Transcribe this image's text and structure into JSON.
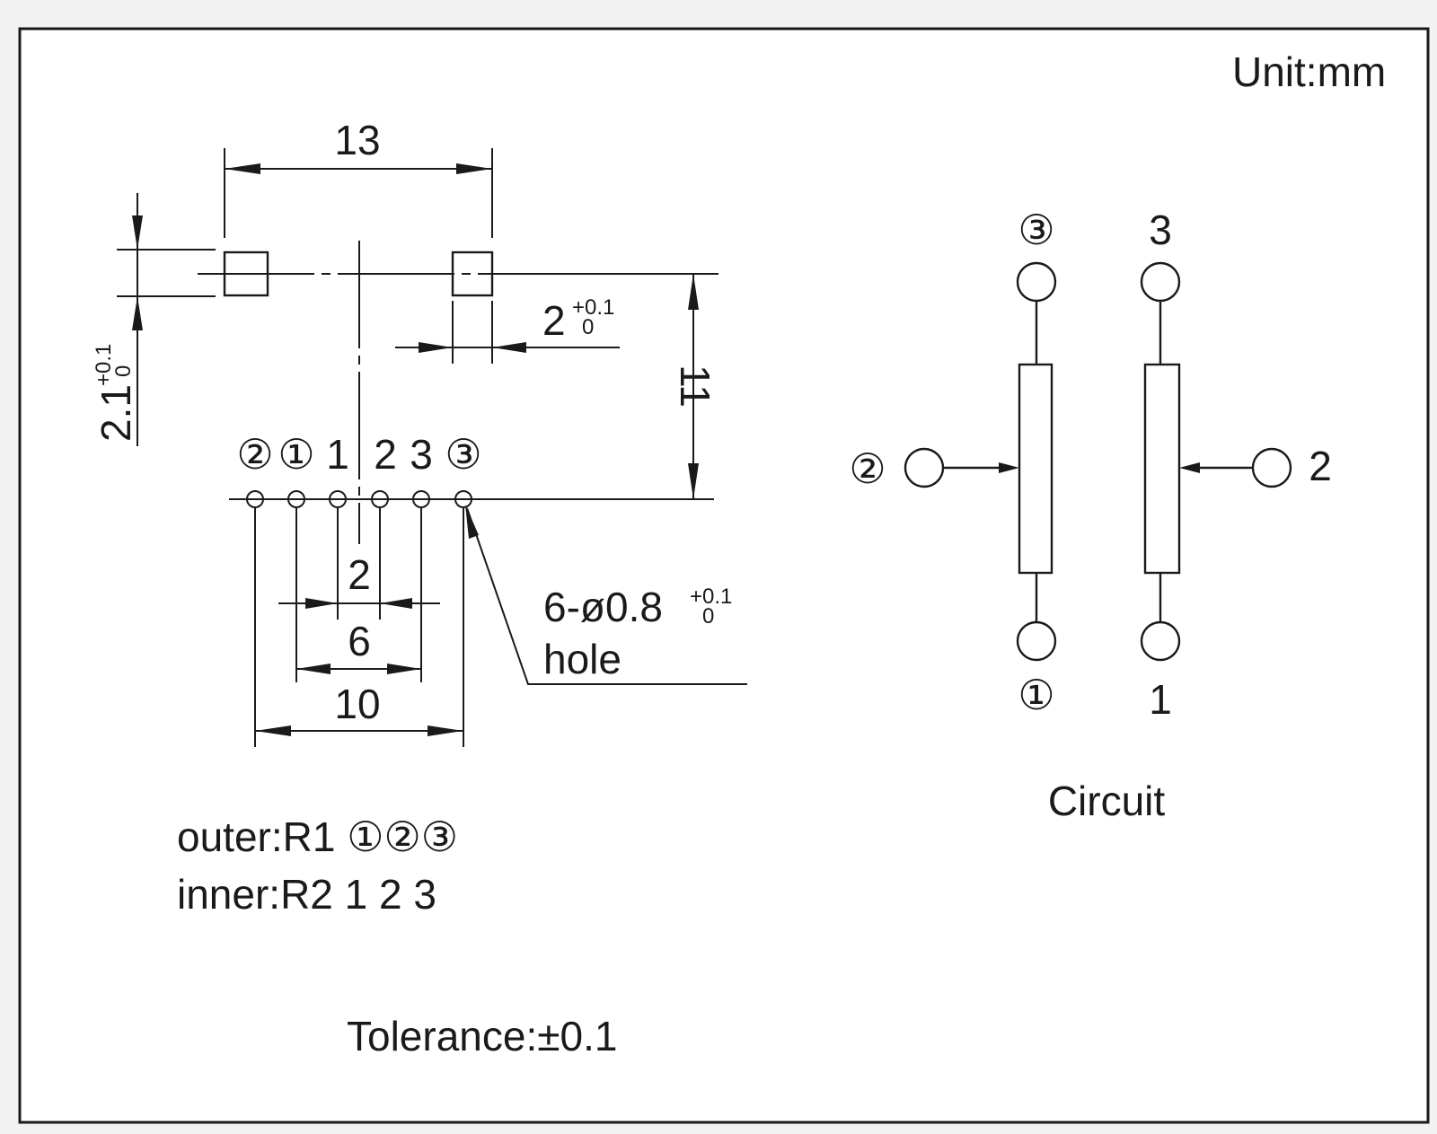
{
  "frame": {
    "unit_label": "Unit:mm"
  },
  "drawing": {
    "dim_13": "13",
    "dim_11": "11",
    "dim_2_slot": "2",
    "dim_2_slot_tol_plus": "+0.1",
    "dim_2_slot_tol_minus": "0",
    "dim_2_1": "2.1",
    "dim_2_1_tol_plus": "+0.1",
    "dim_2_1_tol_minus": "0",
    "pin_labels": [
      "②",
      "①",
      "1",
      "2",
      "3",
      "③"
    ],
    "dim_2_pitch": "2",
    "dim_6": "6",
    "dim_10": "10",
    "hole_note_line1": "6-ø0.8",
    "hole_tol_plus": "+0.1",
    "hole_tol_minus": "0",
    "hole_note_line2": "hole",
    "outer_label": "outer:R1 ①②③",
    "inner_label": "inner:R2 1 2 3",
    "tolerance": "Tolerance:±0.1"
  },
  "circuit": {
    "r1_top": "③",
    "r1_wiper": "②",
    "r1_bottom": "①",
    "r2_top": "3",
    "r2_wiper": "2",
    "r2_bottom": "1",
    "caption": "Circuit"
  },
  "colors": {
    "ink": "#1a1a1a",
    "paper": "#ffffff",
    "background": "#f2f2f2"
  }
}
